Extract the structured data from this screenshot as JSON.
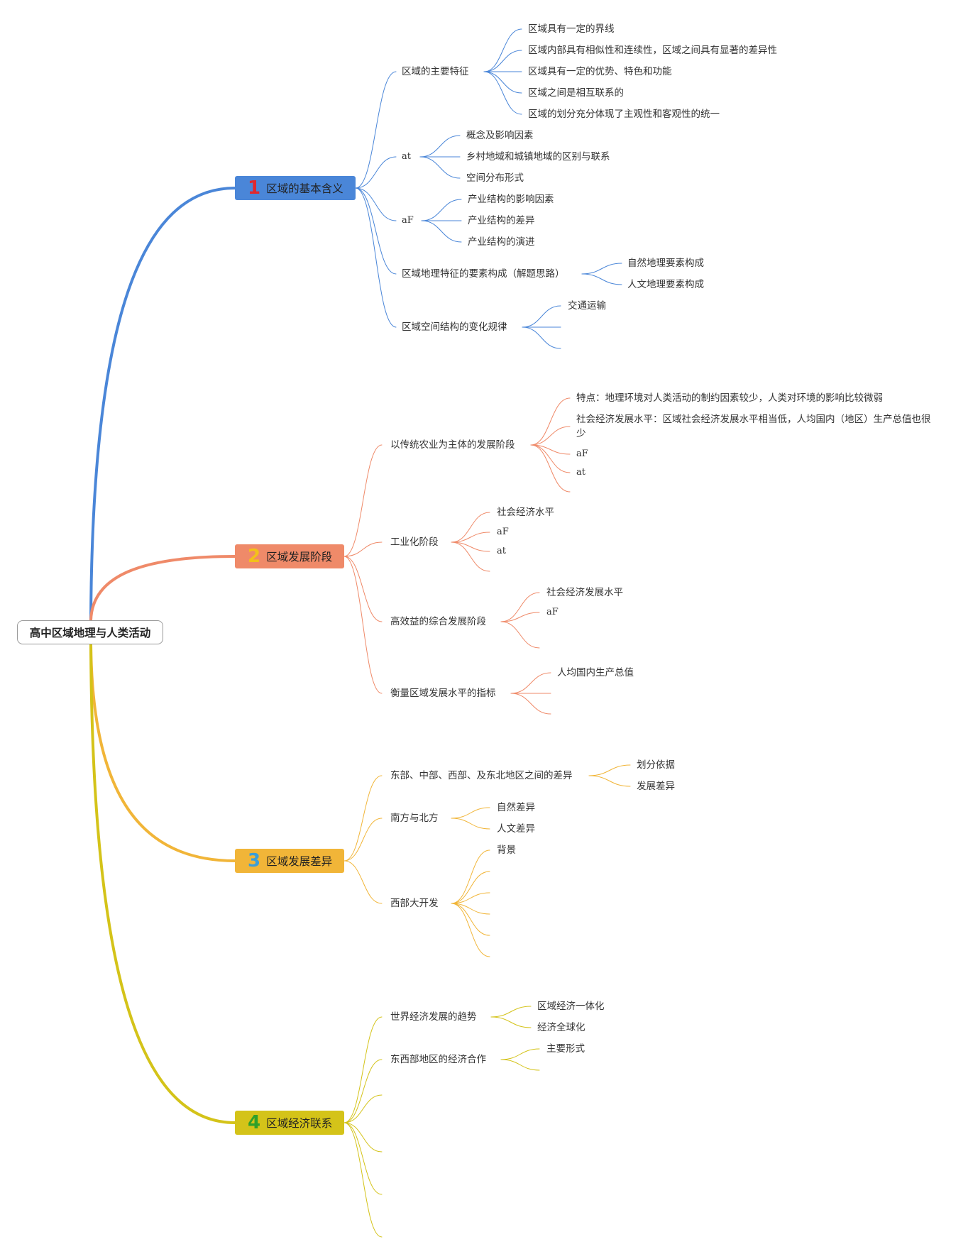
{
  "root": {
    "label": "高中区域地理与人类活动"
  },
  "colors": {
    "c1": "#4a86d8",
    "c2": "#ef8a69",
    "c3": "#f1b538",
    "c4": "#d4c319",
    "num1": "#e0282e",
    "num2": "#f3c11a",
    "num3": "#3c9ed6",
    "num4": "#2fa02a"
  },
  "categories": [
    {
      "num": "1",
      "label": "区域的基本含义"
    },
    {
      "num": "2",
      "label": "区域发展阶段"
    },
    {
      "num": "3",
      "label": "区域发展差异"
    },
    {
      "num": "4",
      "label": "区域经济联系"
    }
  ],
  "c1": {
    "b1": {
      "label": "区域的主要特征",
      "leaves": [
        "区域具有一定的界线",
        "区域内部具有相似性和连续性，区域之间具有显著的差异性",
        "区域具有一定的优势、特色和功能",
        "区域之间是相互联系的",
        "区域的划分充分体现了主观性和客观性的统一"
      ]
    },
    "b2": {
      "label": "at",
      "leaves": [
        "概念及影响因素",
        "乡村地域和城镇地域的区别与联系",
        "空间分布形式"
      ]
    },
    "b3": {
      "label": "aF",
      "leaves": [
        "产业结构的影响因素",
        "产业结构的差异",
        "产业结构的演进"
      ]
    },
    "b4": {
      "label": "区域地理特征的要素构成（解题思路）",
      "leaves": [
        "自然地理要素构成",
        "人文地理要素构成"
      ]
    },
    "b5": {
      "label": "区域空间结构的变化规律",
      "leaves": [
        "交通运输"
      ]
    }
  },
  "c2": {
    "b1": {
      "label": "以传统农业为主体的发展阶段",
      "leaves": [
        "特点：地理环境对人类活动的制约因素较少，人类对环境的影响比较微弱",
        "社会经济发展水平：区域社会经济发展水平相当低，人均国内（地区）生产总值也很少",
        "aF",
        "at"
      ]
    },
    "b2": {
      "label": "工业化阶段",
      "leaves": [
        "社会经济水平",
        "aF",
        "at"
      ]
    },
    "b3": {
      "label": "高效益的综合发展阶段",
      "leaves": [
        "社会经济发展水平",
        "aF"
      ]
    },
    "b4": {
      "label": "衡量区域发展水平的指标",
      "leaves": [
        "人均国内生产总值"
      ]
    }
  },
  "c3": {
    "b1": {
      "label": "东部、中部、西部、及东北地区之间的差异",
      "leaves": [
        "划分依据",
        "发展差异"
      ]
    },
    "b2": {
      "label": "南方与北方",
      "leaves": [
        "自然差异",
        "人文差异"
      ]
    },
    "b3": {
      "label": "西部大开发",
      "leaves": [
        "背景"
      ]
    }
  },
  "c4": {
    "b1": {
      "label": "世界经济发展的趋势",
      "leaves": [
        "区域经济一体化",
        "经济全球化"
      ]
    },
    "b2": {
      "label": "东西部地区的经济合作",
      "leaves": [
        "主要形式"
      ]
    }
  }
}
